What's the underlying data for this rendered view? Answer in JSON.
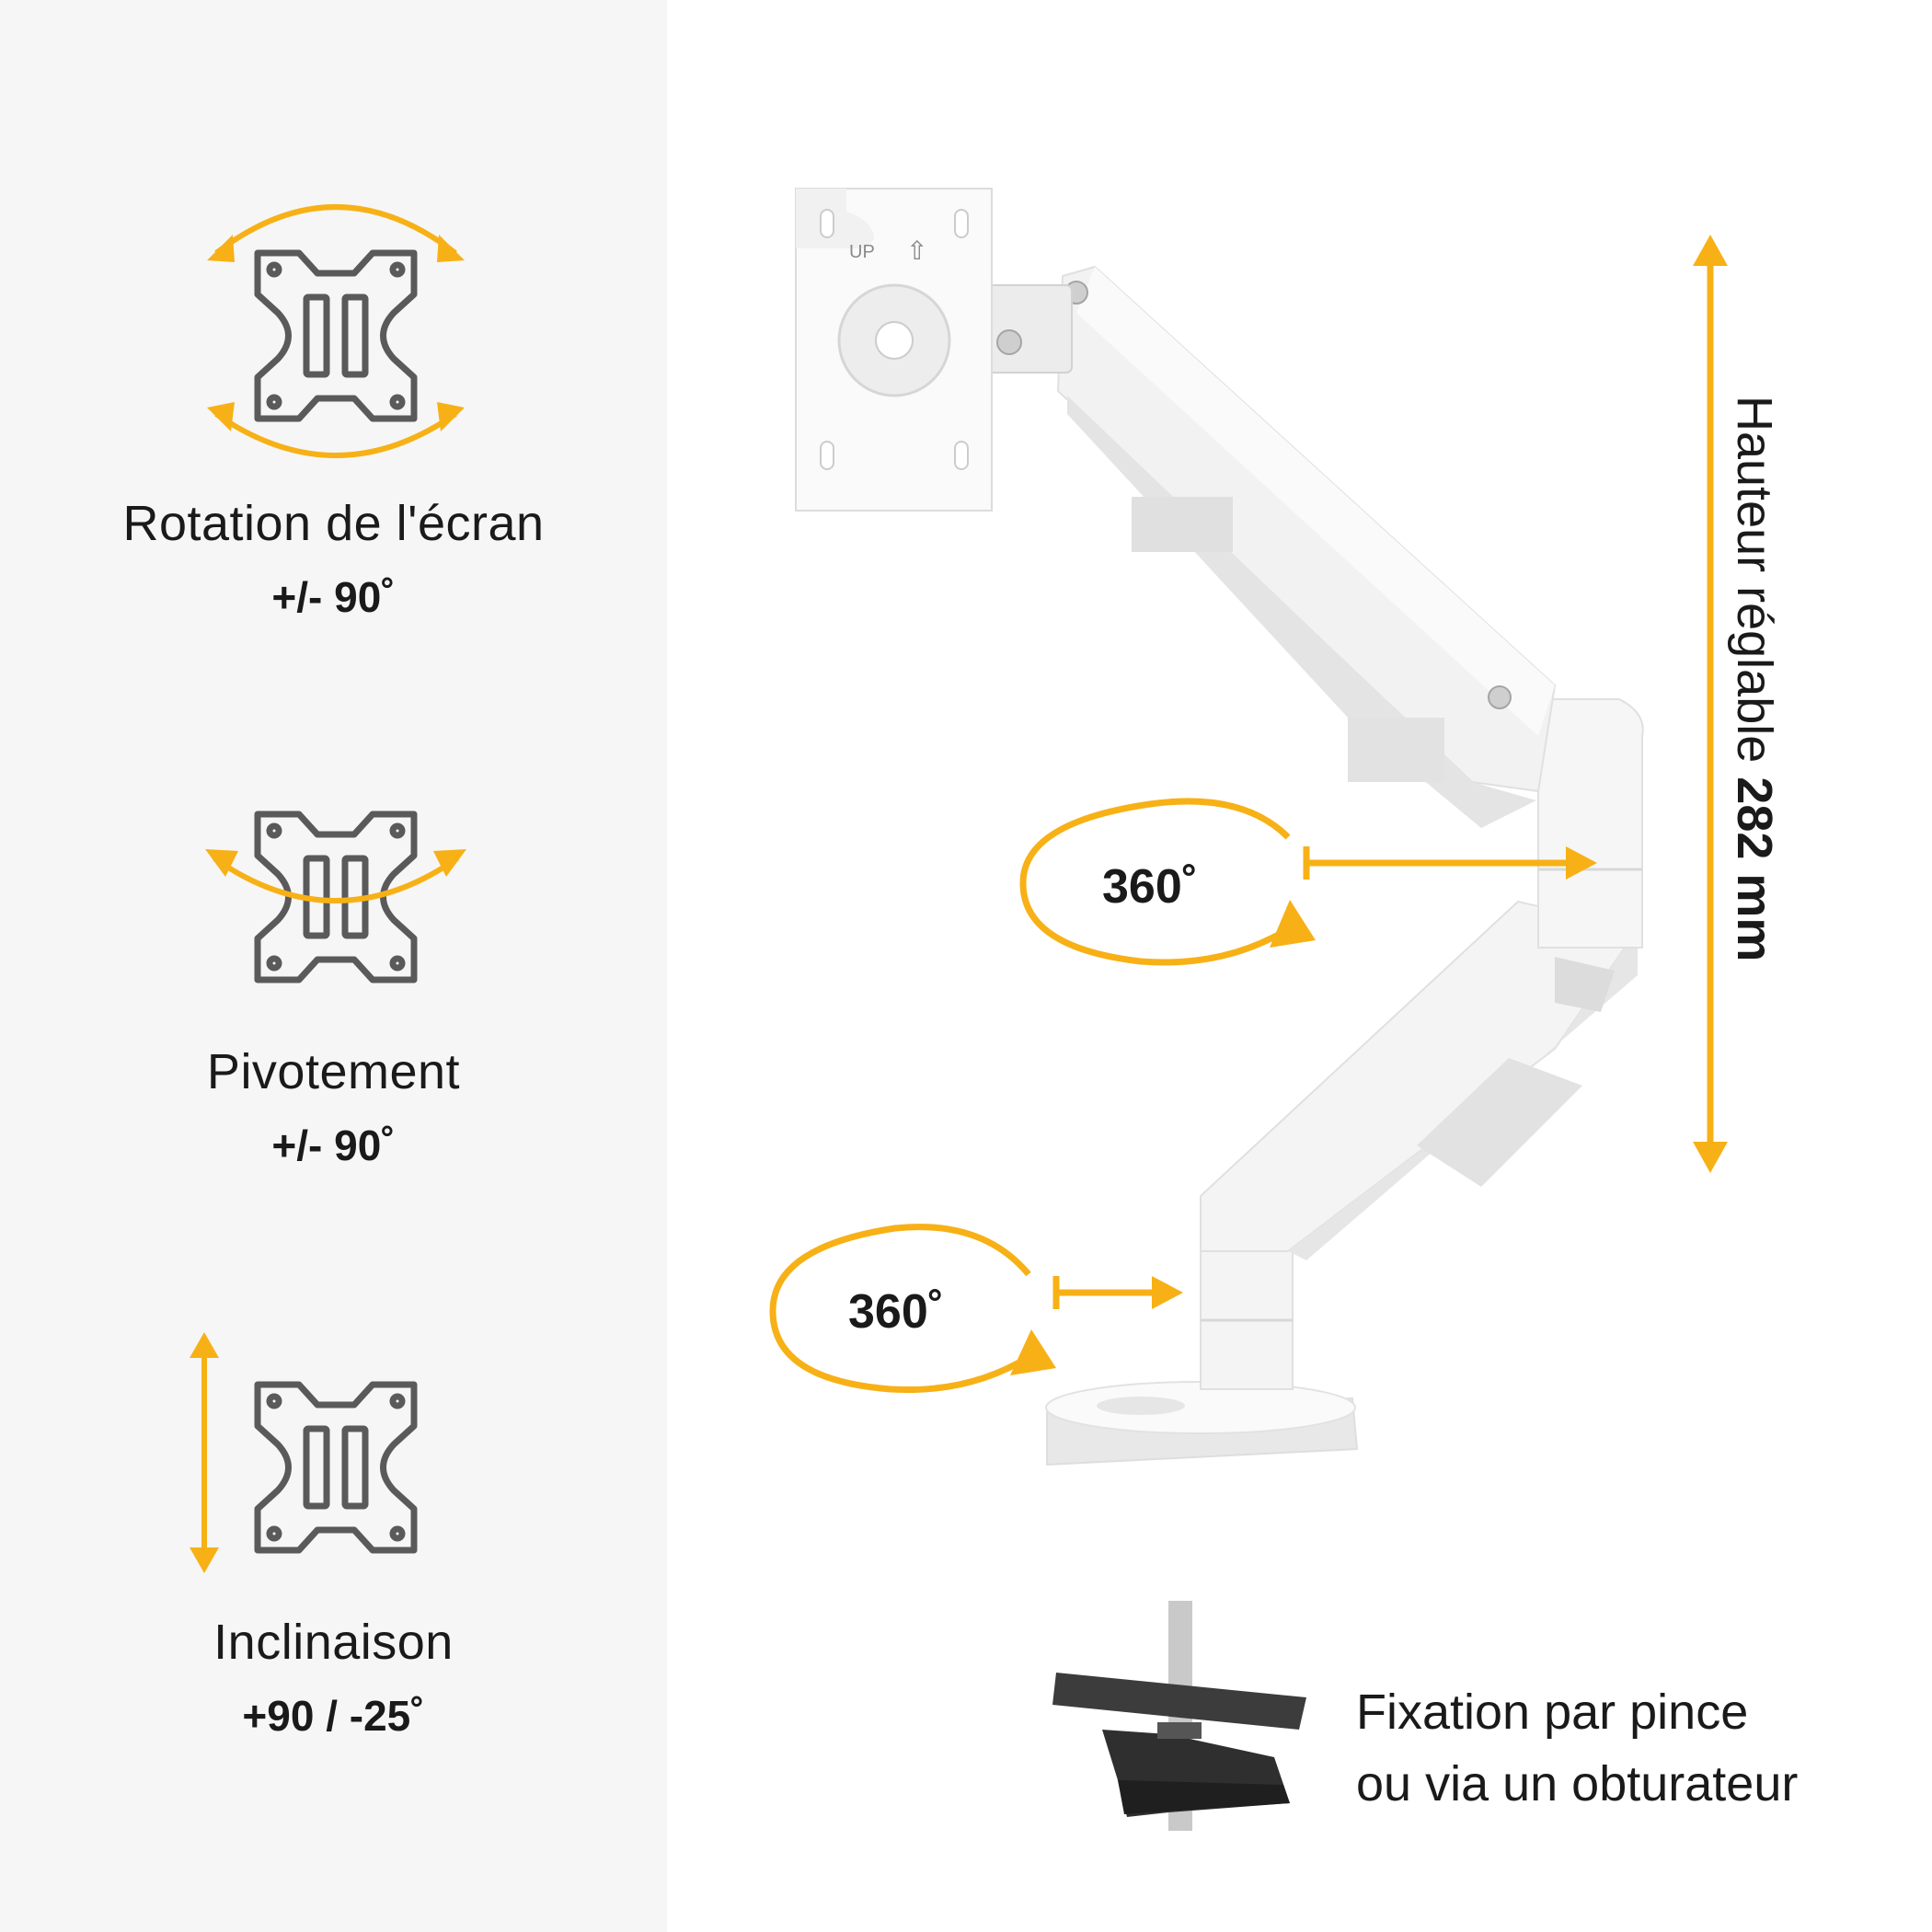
{
  "colors": {
    "accent": "#f7b116",
    "icon_stroke": "#5a5a5a",
    "left_panel_bg": "#f6f6f6",
    "arm_white": "#f3f3f3"
  },
  "features": [
    {
      "label": "Rotation de l'écran",
      "value": "+/- 90˚",
      "icon": "vesa-plate-rotate-icon"
    },
    {
      "label": "Pivotement",
      "value": "+/- 90˚",
      "icon": "vesa-plate-swivel-icon"
    },
    {
      "label": "Inclinaison",
      "value": "+90 / -25˚",
      "icon": "vesa-plate-tilt-icon"
    }
  ],
  "plate_text": {
    "up": "UP",
    "arrow": "⇧"
  },
  "rotation_upper": "360˚",
  "rotation_lower": "360˚",
  "height": {
    "prefix": "Hauteur réglable",
    "value": "282 mm"
  },
  "clamp": {
    "line1": "Fixation par pince",
    "line2": "ou via un obturateur"
  }
}
